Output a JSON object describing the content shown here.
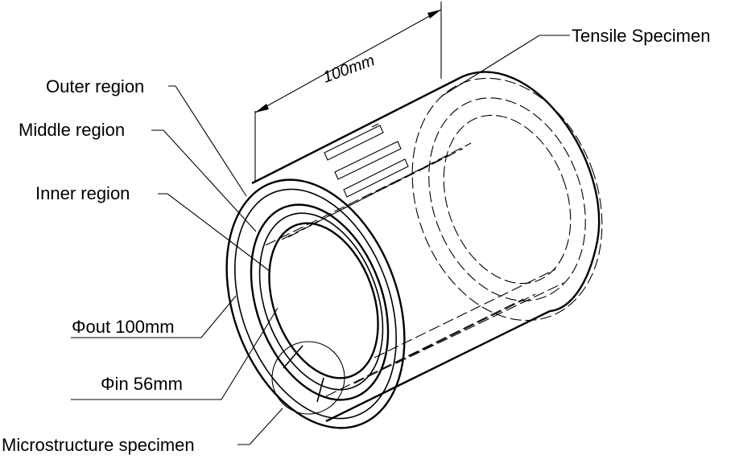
{
  "labels": {
    "tensile_specimen": "Tensile Specimen",
    "outer_region": "Outer region",
    "middle_region": "Middle region",
    "inner_region": "Inner region",
    "phi_out": "Φout 100mm",
    "phi_in": "Φin 56mm",
    "microstructure_specimen": "Microstructure specimen",
    "length_dimension": "100mm"
  },
  "colors": {
    "stroke": "#000000",
    "background": "#ffffff"
  }
}
